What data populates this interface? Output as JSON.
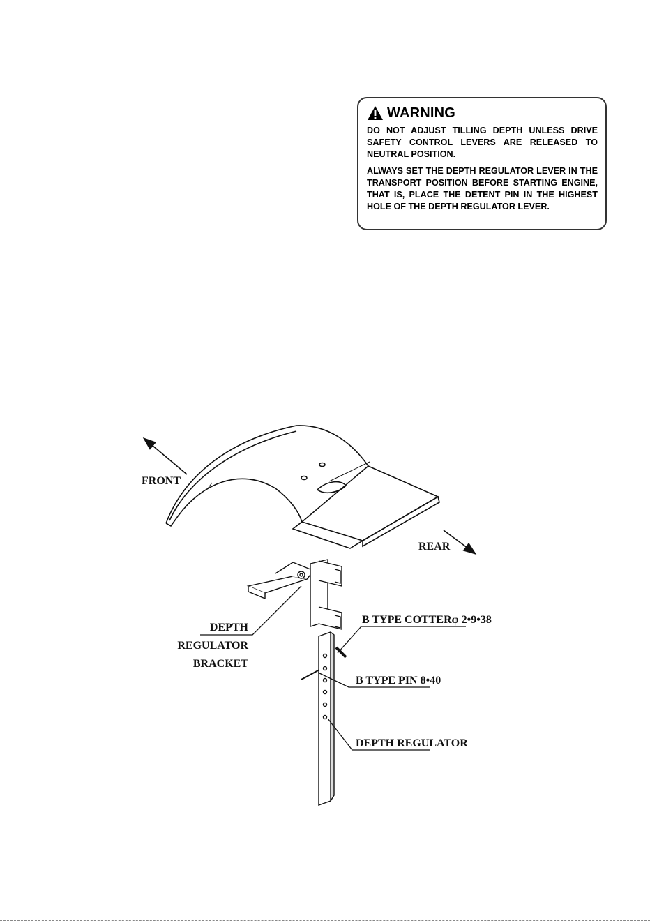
{
  "warning": {
    "icon": "warning-triangle-icon",
    "title": "WARNING",
    "paragraphs": [
      "DO NOT ADJUST TILLING DEPTH UNLESS DRIVE SAFETY CONTROL LEVERS ARE RELEASED TO NEUTRAL POSITION.",
      "ALWAYS SET THE DEPTH REGULATOR LEVER IN THE TRANSPORT POSITION BEFORE STARTING ENGINE, THAT IS, PLACE THE DETENT PIN IN THE HIGHEST HOLE OF THE DEPTH REGULATOR LEVER."
    ]
  },
  "diagram": {
    "labels": {
      "front": "FRONT",
      "rear": "REAR",
      "bracket_line1": "DEPTH",
      "bracket_line2": "REGULATOR",
      "bracket_line3": "BRACKET",
      "cotter": "B TYPE COTTERφ 2•9•38",
      "pin": "B TYPE PIN 8•40",
      "regulator": "DEPTH REGULATOR"
    }
  }
}
